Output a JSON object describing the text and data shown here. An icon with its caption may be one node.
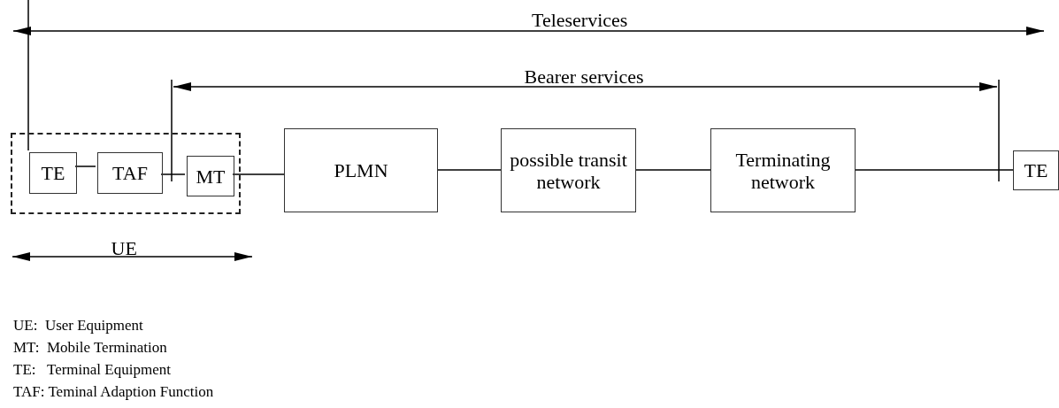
{
  "diagram": {
    "nodes": [
      {
        "text": [],
        "shape": "box"
      },
      {
        "text": [
          "TE"
        ],
        "in": 0
      },
      {
        "text": [
          "TAF"
        ],
        "in": 0
      },
      {
        "text": [
          "MT"
        ],
        "in": 0
      },
      {
        "text": [
          "PLMN"
        ]
      },
      {
        "text": [
          "possible transit network"
        ]
      },
      {
        "text": [
          "Terminating network"
        ]
      },
      {
        "text": [
          "TE"
        ]
      }
    ],
    "edges": [
      {
        "from": 1,
        "to": 2,
        "arrow": "none"
      },
      {
        "from": 2,
        "to": 3,
        "arrow": "none"
      },
      {
        "from": 3,
        "to": 4,
        "arrow": "none"
      },
      {
        "from": 4,
        "to": 5,
        "arrow": "none"
      },
      {
        "from": 5,
        "to": 6,
        "arrow": "none"
      },
      {
        "from": 6,
        "to": 7,
        "arrow": "none"
      }
    ],
    "labels": [
      "Teleservices",
      "Bearer services",
      "UE",
      "UE:  User Equipment",
      "MT:  Mobile Termination",
      "TE:   Terminal Equipment",
      "TAF: Teminal Adaption Function"
    ]
  }
}
